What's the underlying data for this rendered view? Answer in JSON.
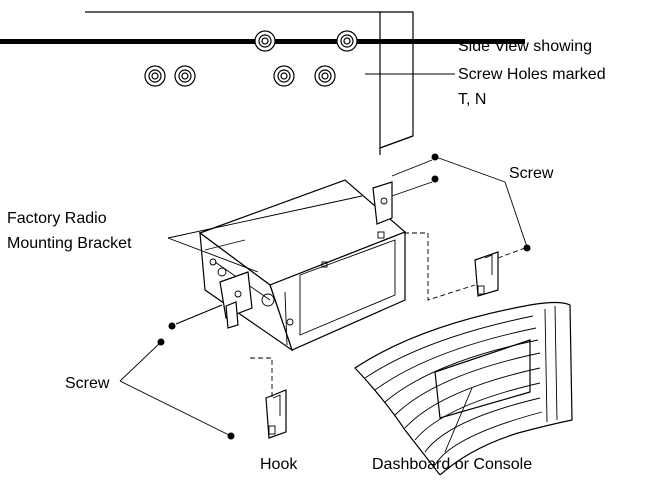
{
  "labels": {
    "side_view_line1": "Side View showing",
    "side_view_line2": "Screw Holes marked",
    "side_view_line3": "T, N",
    "screw_top": "Screw",
    "factory_line1": "Factory Radio",
    "factory_line2": "Mounting Bracket",
    "screw_left": "Screw",
    "hook": "Hook",
    "dashboard": "Dashboard or Console"
  }
}
